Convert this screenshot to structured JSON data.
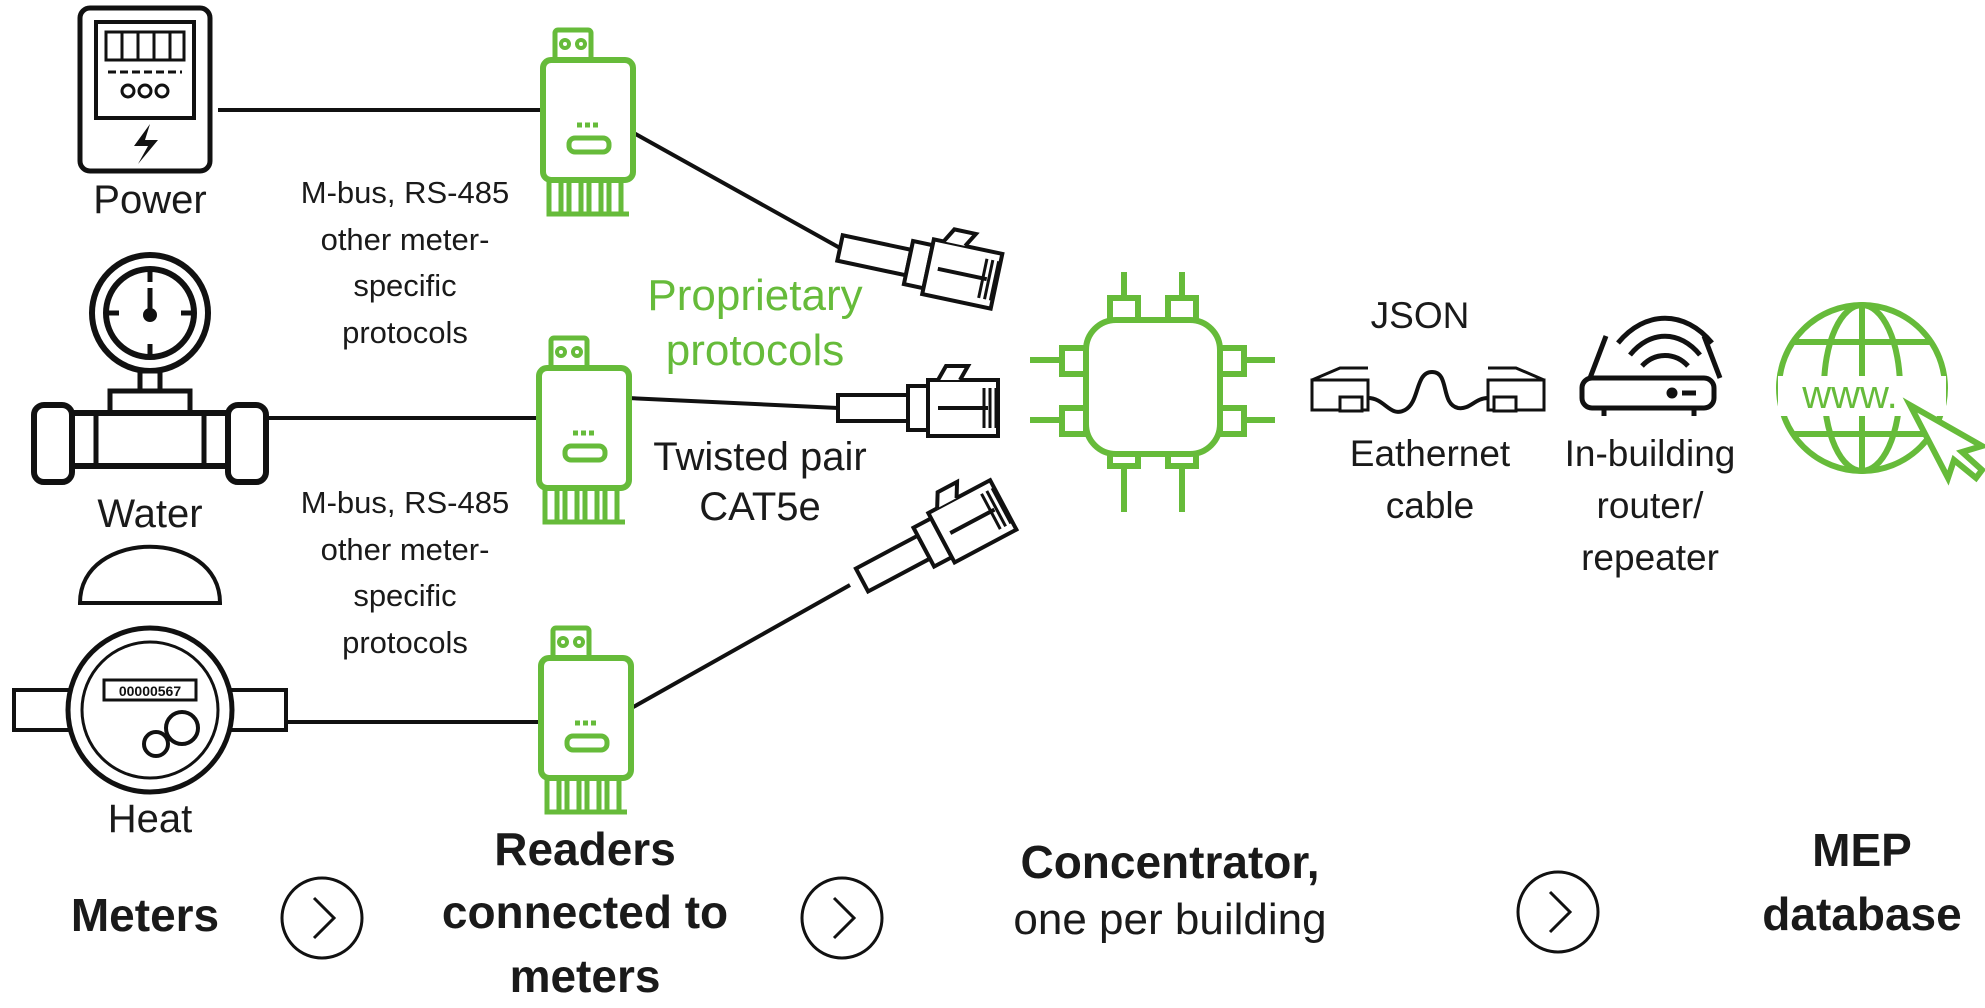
{
  "meters": {
    "power": "Power",
    "water": "Water",
    "heat": "Heat",
    "heat_display": "00000567"
  },
  "protocols": {
    "upper": [
      "M-bus, RS-485",
      "other meter-",
      "specific",
      "protocols"
    ],
    "lower": [
      "M-bus, RS-485",
      "other meter-",
      "specific",
      "protocols"
    ]
  },
  "proprietary": [
    "Proprietary",
    "protocols"
  ],
  "twisted_pair": [
    "Twisted pair",
    "CAT5e"
  ],
  "json_label": "JSON",
  "ethernet": [
    "Eathernet",
    "cable"
  ],
  "router": [
    "In-building",
    "router/",
    "repeater"
  ],
  "www_label": "www.",
  "footer": {
    "meters": "Meters",
    "readers": [
      "Readers",
      "connected to",
      "meters"
    ],
    "concentrator_title": "Concentrator,",
    "concentrator_sub": "one per building",
    "mep": [
      "MEP",
      "database"
    ]
  },
  "colors": {
    "accent": "#66bb3a",
    "ink": "#111111"
  },
  "icons": [
    "power-meter-icon",
    "water-meter-icon",
    "heat-meter-icon",
    "reader-icon",
    "rj45-connector-icon",
    "chip-icon",
    "ethernet-cable-icon",
    "router-icon",
    "globe-icon",
    "chevron-right-icon"
  ]
}
